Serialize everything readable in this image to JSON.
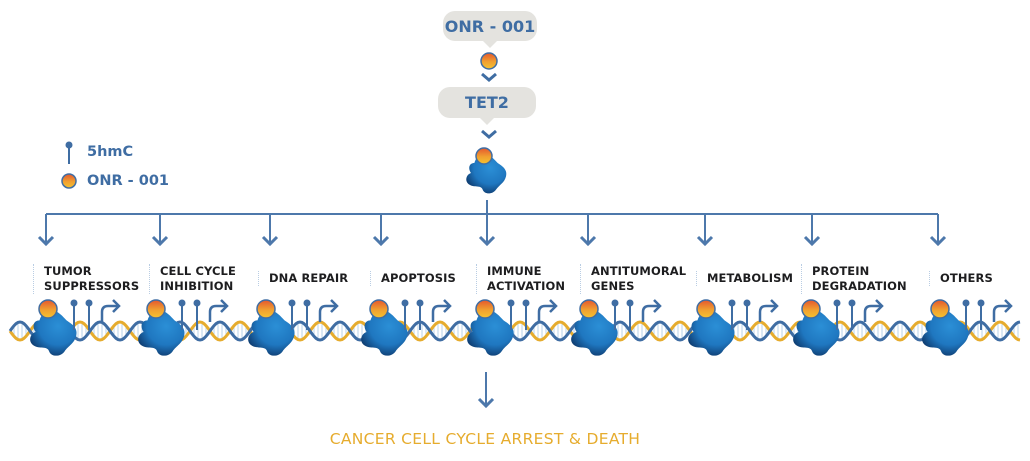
{
  "title_pill": {
    "label": "ONR - 001"
  },
  "enzyme_pill": {
    "label": "TET2"
  },
  "legend": {
    "items": [
      {
        "icon": "5hmc-lollipop-icon",
        "label": "5hmC"
      },
      {
        "icon": "onr-001-sphere-icon",
        "label": "ONR - 001"
      }
    ]
  },
  "targets": [
    {
      "line1": "TUMOR",
      "line2": "SUPPRESSORS"
    },
    {
      "line1": "CELL CYCLE",
      "line2": "INHIBITION"
    },
    {
      "line1": "DNA REPAIR",
      "line2": ""
    },
    {
      "line1": "APOPTOSIS",
      "line2": ""
    },
    {
      "line1": "IMMUNE",
      "line2": "ACTIVATION"
    },
    {
      "line1": "ANTITUMORAL",
      "line2": "GENES"
    },
    {
      "line1": "METABOLISM",
      "line2": ""
    },
    {
      "line1": "PROTEIN",
      "line2": "DEGRADATION"
    },
    {
      "line1": "OTHERS",
      "line2": ""
    }
  ],
  "outcome": {
    "label": "CANCER CELL CYCLE ARREST & DEATH"
  },
  "colors": {
    "primary_blue": "#3f6da3",
    "protein_blue": "#1f7fc4",
    "gold": "#e6ac2e",
    "orange_red": "#e4572e",
    "pill_gray": "#e4e3df"
  }
}
